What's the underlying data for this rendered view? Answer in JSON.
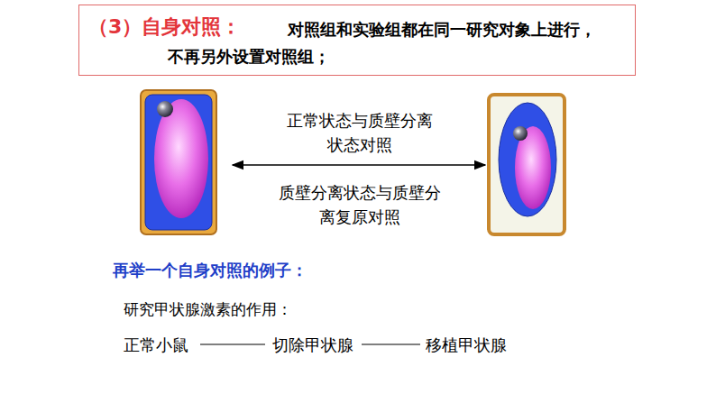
{
  "diagram": {
    "nodes": [
      {
        "text": [
          "（3）自身对照：",
          "对照组和实验组都在同一研究对象上进行， 不再另外设置对照组；"
        ]
      }
    ],
    "labels": [
      "正常状态与质壁分离 状态对照",
      "质壁分离状态与质壁分 离复原对照",
      "再举一个自身对照的例子：",
      "研究甲状腺激素的作用：",
      "正常小鼠",
      "切除甲状腺",
      "移植甲状腺"
    ]
  }
}
